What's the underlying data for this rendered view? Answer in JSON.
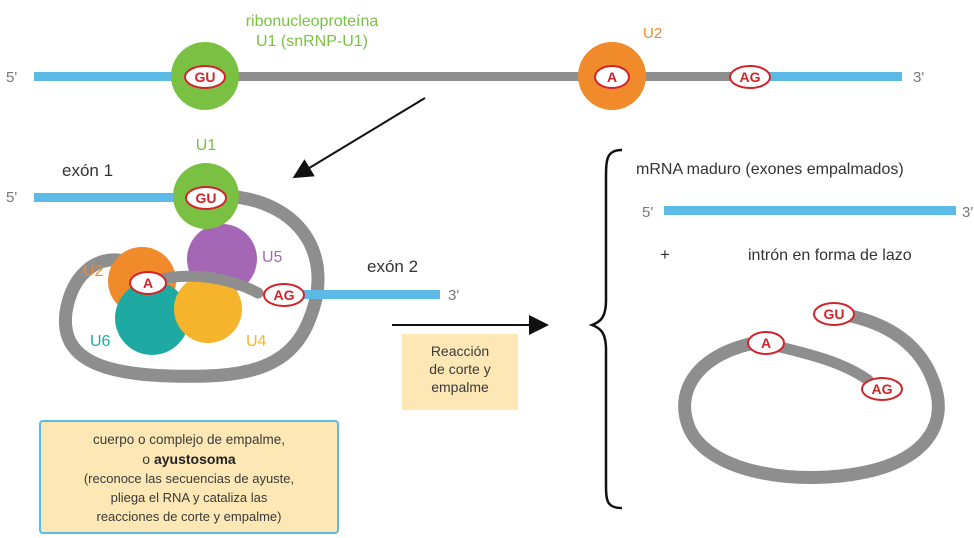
{
  "top": {
    "ribonucleo_line1": "ribonucleoproteína",
    "ribonucleo_line2": "U1  (snRNP-U1)",
    "label_5": "5'",
    "label_3": "3'",
    "u2_label": "U2",
    "gu": "GU",
    "a": "A",
    "ag": "AG"
  },
  "complex": {
    "u1_label": "U1",
    "exon1_label": "exón 1",
    "label_5": "5'",
    "label_3": "3'",
    "exon2_label": "exón 2",
    "u2_label": "U2",
    "u5_label": "U5",
    "u6_label": "U6",
    "u4_label": "U4",
    "gu": "GU",
    "a": "A",
    "ag": "AG"
  },
  "reaction": {
    "line1": "Reacción",
    "line2": "de corte y",
    "line3": "empalme"
  },
  "result": {
    "mrna_title": "mRNA maduro (exones empalmados)",
    "label_5": "5'",
    "label_3": "3'",
    "plus": "+",
    "lariat_title": "intrón en forma de lazo",
    "gu": "GU",
    "a": "A",
    "ag": "AG"
  },
  "info_box": {
    "line1": "cuerpo o complejo de empalme,",
    "line2_prefix": "o ",
    "line2_bold": "ayustosoma",
    "line3": "(reconoce las secuencias de ayuste,",
    "line4": "pliega el RNA y cataliza las",
    "line5": "reacciones de corte y empalme)"
  },
  "colors": {
    "exon_blue": "#5bbbe6",
    "intron_gray": "#8e8e8e",
    "u1_green": "#7ac143",
    "u2_orange": "#f08a2a",
    "u5_purple": "#a566b5",
    "u6_teal": "#1fa9a3",
    "u4_yellow": "#f6b42c",
    "label_red": "#d2232a",
    "box_fill": "#fde7b5"
  }
}
